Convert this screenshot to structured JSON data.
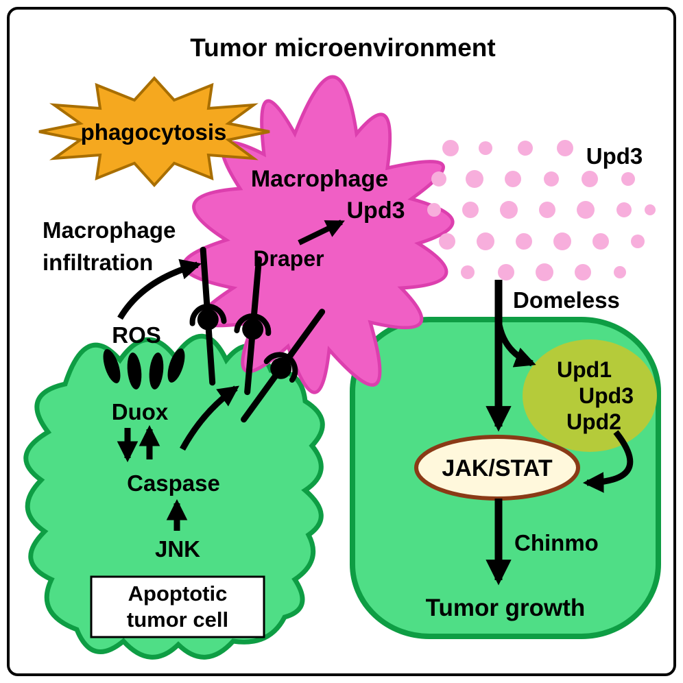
{
  "title": "Tumor microenvironment",
  "labels": {
    "phagocytosis": "phagocytosis",
    "macrophage": "Macrophage",
    "macrophage_upd3": "Upd3",
    "secreted_upd3": "Upd3",
    "infiltration_line1": "Macrophage",
    "infiltration_line2": "infiltration",
    "draper": "Draper",
    "ros": "ROS",
    "duox": "Duox",
    "caspase": "Caspase",
    "jnk": "JNK",
    "apoptotic_line1": "Apoptotic",
    "apoptotic_line2": "tumor cell",
    "domeless": "Domeless",
    "upd1": "Upd1",
    "upd3": "Upd3",
    "upd2": "Upd2",
    "jak_stat": "JAK/STAT",
    "chinmo": "Chinmo",
    "tumor_growth": "Tumor growth"
  },
  "colors": {
    "starburst_fill": "#F5A81F",
    "starburst_stroke": "#A86E00",
    "macrophage_fill": "#F05FC5",
    "macrophage_stroke": "#DC3FAE",
    "upd3_dot": "#F7AEDC",
    "cell_fill": "#4FDE86",
    "cell_stroke": "#0E9D44",
    "upd_oval_fill": "#B5CB3A",
    "jak_oval_fill": "#FFF8DC",
    "jak_oval_stroke": "#8A3A16",
    "jak_text": "#B02B0C",
    "line": "#000000"
  }
}
